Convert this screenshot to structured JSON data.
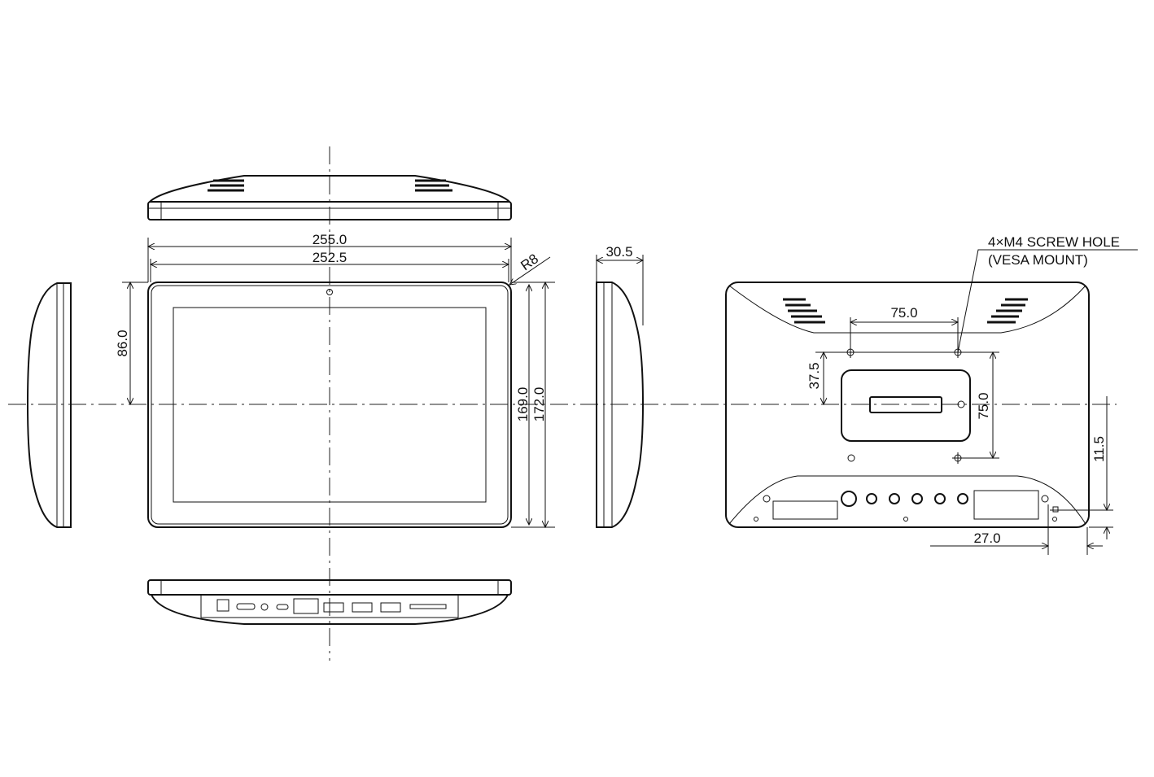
{
  "drawing": {
    "title": "Tablet mechanical dimension drawing",
    "units": "mm",
    "front_view": {
      "overall_width": "255.0",
      "screen_width": "252.5",
      "corner_radius": "R8",
      "half_height": "86.0",
      "inner_height": "169.0",
      "overall_height": "172.0"
    },
    "side_view": {
      "depth": "30.5"
    },
    "back_view": {
      "vesa_horizontal": "75.0",
      "vesa_vertical": "75.0",
      "vesa_offset": "37.5",
      "lock_vertical": "11.5",
      "lock_horizontal": "27.0",
      "callout_line1": "4×M4 SCREW HOLE",
      "callout_line2": "(VESA MOUNT)"
    }
  }
}
